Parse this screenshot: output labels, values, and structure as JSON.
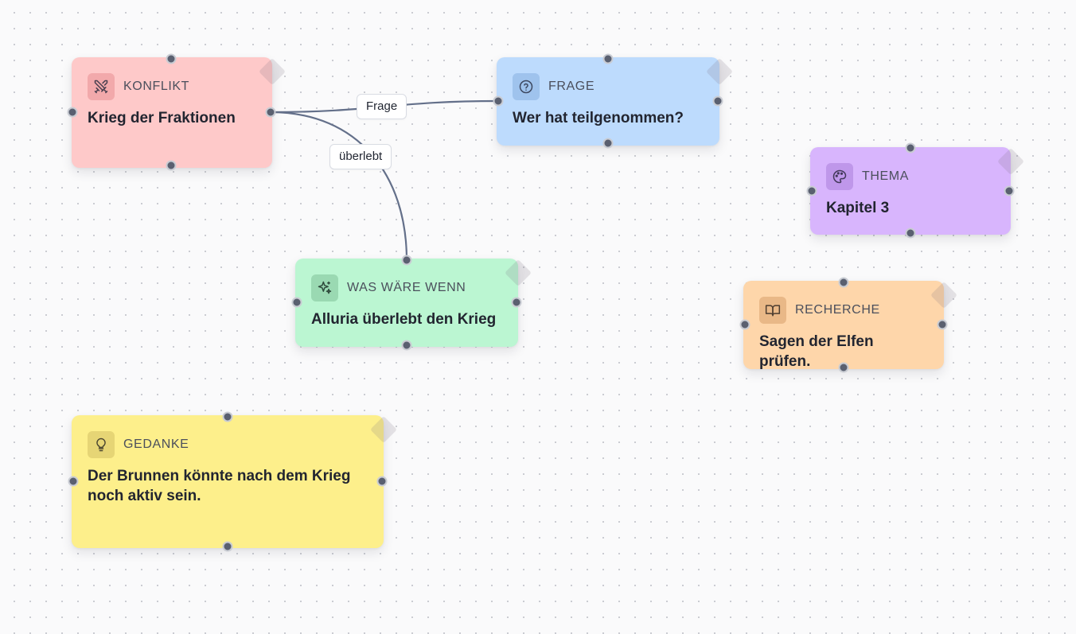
{
  "edges": [
    {
      "from": "konflikt",
      "to": "frage",
      "label": "Frage"
    },
    {
      "from": "konflikt",
      "to": "was-waere-wenn",
      "label": "überlebt"
    }
  ],
  "nodes": {
    "konflikt": {
      "type": "KONFLIKT",
      "title": "Krieg der Fraktionen",
      "color": "#fec9c9",
      "icon": "swords-icon"
    },
    "frage": {
      "type": "FRAGE",
      "title": "Wer hat teilgenommen?",
      "color": "#bddbfd",
      "icon": "question-circle-icon"
    },
    "thema": {
      "type": "THEMA",
      "title": "Kapitel 3",
      "color": "#d8b5fd",
      "icon": "palette-icon"
    },
    "was_waere_wenn": {
      "type": "WAS WÄRE WENN",
      "title": "Alluria überlebt den Krieg",
      "color": "#bbf6d2",
      "icon": "sparkles-icon"
    },
    "recherche": {
      "type": "RECHERCHE",
      "title": "Sagen der Elfen prüfen.",
      "color": "#fed6aa",
      "icon": "book-open-icon"
    },
    "gedanke": {
      "type": "GEDANKE",
      "title": "Der Brunnen könnte nach dem Krieg noch aktiv sein.",
      "color": "#fdef8b",
      "icon": "lightbulb-icon"
    }
  },
  "colors": {
    "edge": "#64708a",
    "handle": "#5a6070",
    "canvas": "#fafafb"
  }
}
